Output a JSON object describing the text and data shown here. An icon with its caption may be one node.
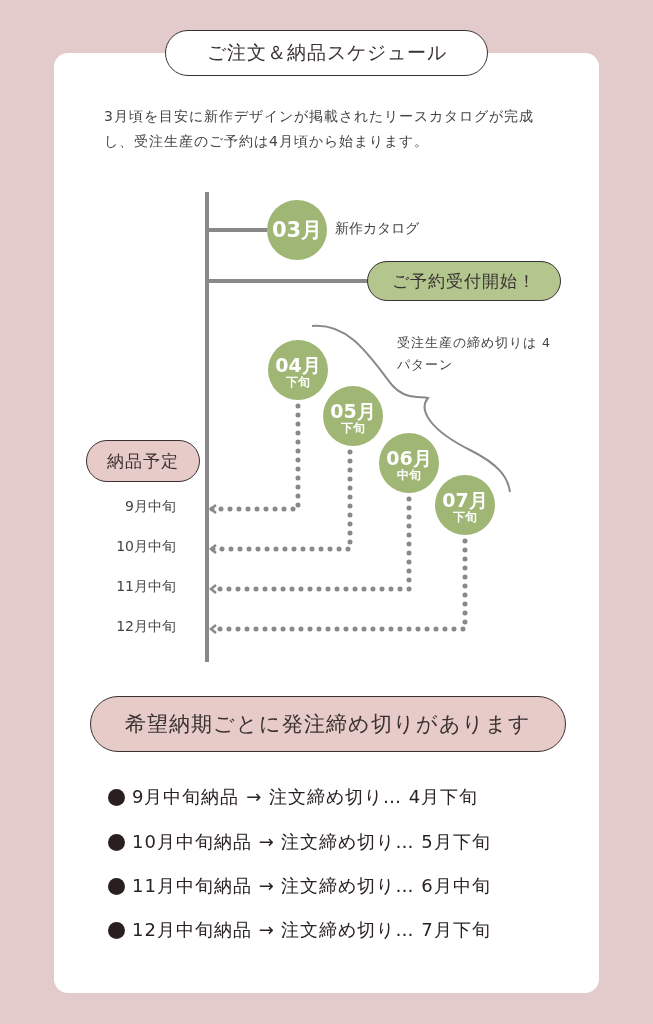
{
  "diagram": {
    "title": "ご注文＆納品スケジュール",
    "nodes": [
      {
        "text": [],
        "shape": "bar"
      },
      {
        "text": [
          "03月"
        ],
        "beside": [
          "新作カタログ"
        ]
      },
      {
        "text": [
          "ご予約受付開始！"
        ]
      },
      {
        "text": [
          "04月",
          "下旬"
        ]
      },
      {
        "text": [
          "05月",
          "下旬"
        ]
      },
      {
        "text": [
          "06月",
          "中旬"
        ]
      },
      {
        "text": [
          "07月",
          "下旬"
        ]
      },
      {
        "text": [
          "納品予定"
        ]
      },
      {
        "text": [
          "希望納期ごとに発注締め切りがあります"
        ]
      }
    ],
    "edges": [
      {
        "from": 0,
        "to": 1,
        "arrow": "none"
      },
      {
        "from": 0,
        "to": 2,
        "arrow": "none"
      },
      {
        "from": 3,
        "to": 0,
        "arrow": "to",
        "style": "dashed"
      },
      {
        "from": 4,
        "to": 0,
        "arrow": "to",
        "style": "dashed"
      },
      {
        "from": 5,
        "to": 0,
        "arrow": "to",
        "style": "dashed"
      },
      {
        "from": 6,
        "to": 0,
        "arrow": "to",
        "style": "dashed"
      }
    ],
    "labels": [
      "3月頃を目安に新作デザインが掲載されたリースカタログが完成し、受注生産のご予約は4月頃から始まります。",
      "受注生産の締め切りは 4パターン",
      "9月中旬",
      "10月中旬",
      "11月中旬",
      "12月中旬",
      "9月中旬納品 → 注文締め切り… 4月下旬",
      "10月中旬納品 → 注文締め切り… 5月下旬",
      "11月中旬納品 → 注文締め切り… 6月中旬",
      "12月中旬納品 → 注文締め切り… 7月下旬"
    ]
  }
}
